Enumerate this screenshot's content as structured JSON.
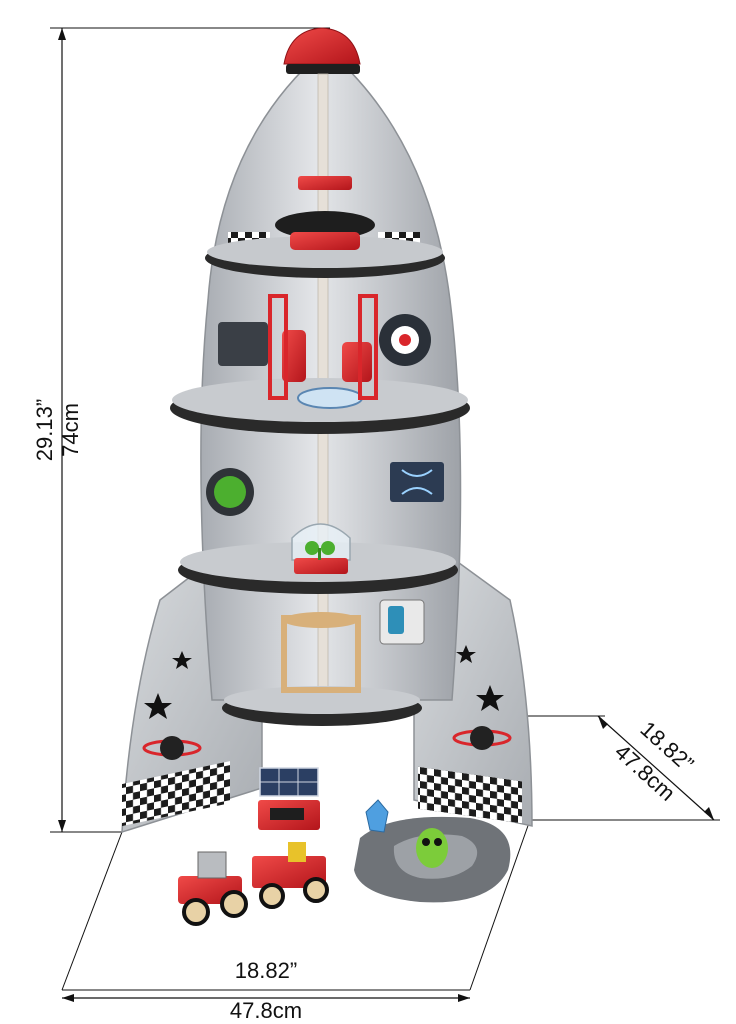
{
  "dimensions": {
    "height_in": "29.13”",
    "height_cm": "74cm",
    "depth_in": "18.82”",
    "depth_cm": "47.8cm",
    "width_in": "18.82”",
    "width_cm": "47.8cm"
  },
  "product": {
    "kind": "wooden toy rocket ship playset",
    "colors": {
      "silver": "#c9ccd0",
      "red": "#d9262b",
      "black": "#222222",
      "green": "#4caf2f",
      "wood": "#d8b07a"
    }
  }
}
